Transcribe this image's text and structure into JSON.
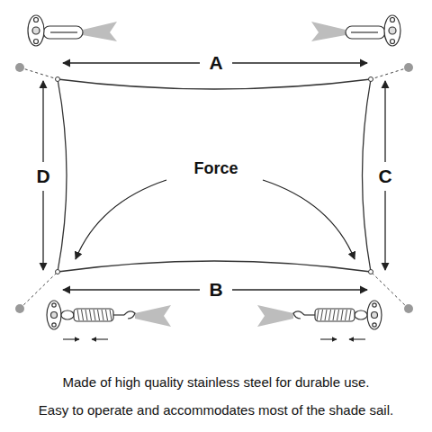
{
  "diagram": {
    "labels": [
      "A",
      "D",
      "Force",
      "C",
      "B",
      "Made of high quality stainless steel for durable use.",
      "Easy to operate and accommodates most of the shade sail."
    ]
  }
}
